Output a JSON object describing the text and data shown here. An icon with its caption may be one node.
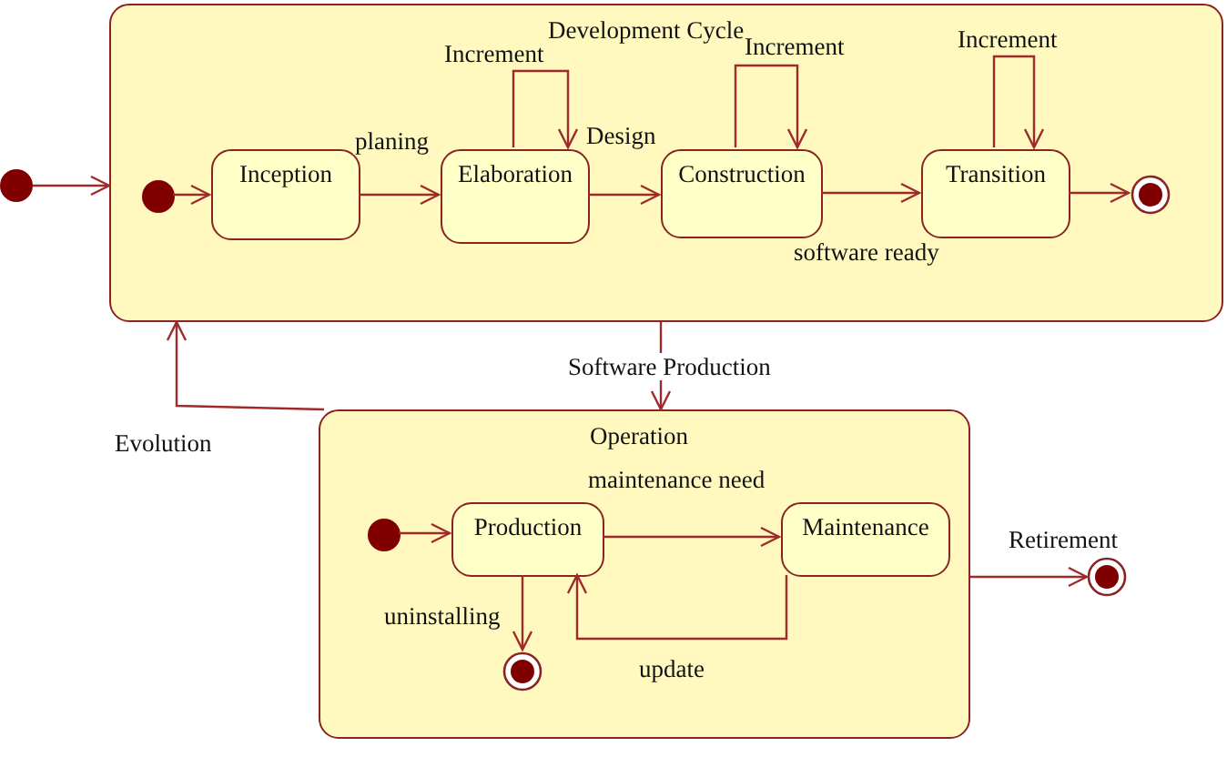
{
  "diagram": {
    "nodes": [
      {
        "text": [
          "Development Cycle"
        ]
      },
      {
        "text": [],
        "shape": "circle"
      },
      {
        "text": [],
        "shape": "circle",
        "in": 0
      },
      {
        "text": [
          "Inception"
        ],
        "in": 0
      },
      {
        "text": [
          "Elaboration"
        ],
        "in": 0
      },
      {
        "text": [
          "Construction"
        ],
        "in": 0
      },
      {
        "text": [
          "Transition"
        ],
        "in": 0
      },
      {
        "text": [],
        "shape": "bullseye",
        "in": 0
      },
      {
        "text": [
          "Operation"
        ]
      },
      {
        "text": [],
        "shape": "circle",
        "in": 8
      },
      {
        "text": [
          "Production"
        ],
        "in": 8
      },
      {
        "text": [
          "Maintenance"
        ],
        "in": 8
      },
      {
        "text": [],
        "shape": "bullseye",
        "in": 8
      },
      {
        "text": [],
        "shape": "bullseye"
      }
    ],
    "edges": [
      {
        "from": 1,
        "to": 0,
        "arrow": "to"
      },
      {
        "from": 2,
        "to": 3,
        "arrow": "to"
      },
      {
        "from": 3,
        "to": 4,
        "arrow": "to",
        "label": "planing"
      },
      {
        "from": 4,
        "to": 4,
        "arrow": "to",
        "label": "Increment"
      },
      {
        "from": 4,
        "to": 5,
        "arrow": "to",
        "label": "Design"
      },
      {
        "from": 5,
        "to": 5,
        "arrow": "to",
        "label": "Increment"
      },
      {
        "from": 5,
        "to": 6,
        "arrow": "to",
        "label": "software ready"
      },
      {
        "from": 6,
        "to": 6,
        "arrow": "to",
        "label": "Increment"
      },
      {
        "from": 6,
        "to": 7,
        "arrow": "to"
      },
      {
        "from": 0,
        "to": 8,
        "arrow": "to",
        "label": "Software Production"
      },
      {
        "from": 8,
        "to": 0,
        "arrow": "to",
        "label": "Evolution"
      },
      {
        "from": 9,
        "to": 10,
        "arrow": "to"
      },
      {
        "from": 10,
        "to": 11,
        "arrow": "to",
        "label": "maintenance need"
      },
      {
        "from": 11,
        "to": 10,
        "arrow": "to",
        "label": "update"
      },
      {
        "from": 10,
        "to": 12,
        "arrow": "to",
        "label": "uninstalling"
      },
      {
        "from": 8,
        "to": 13,
        "arrow": "to",
        "label": "Retirement"
      }
    ]
  }
}
